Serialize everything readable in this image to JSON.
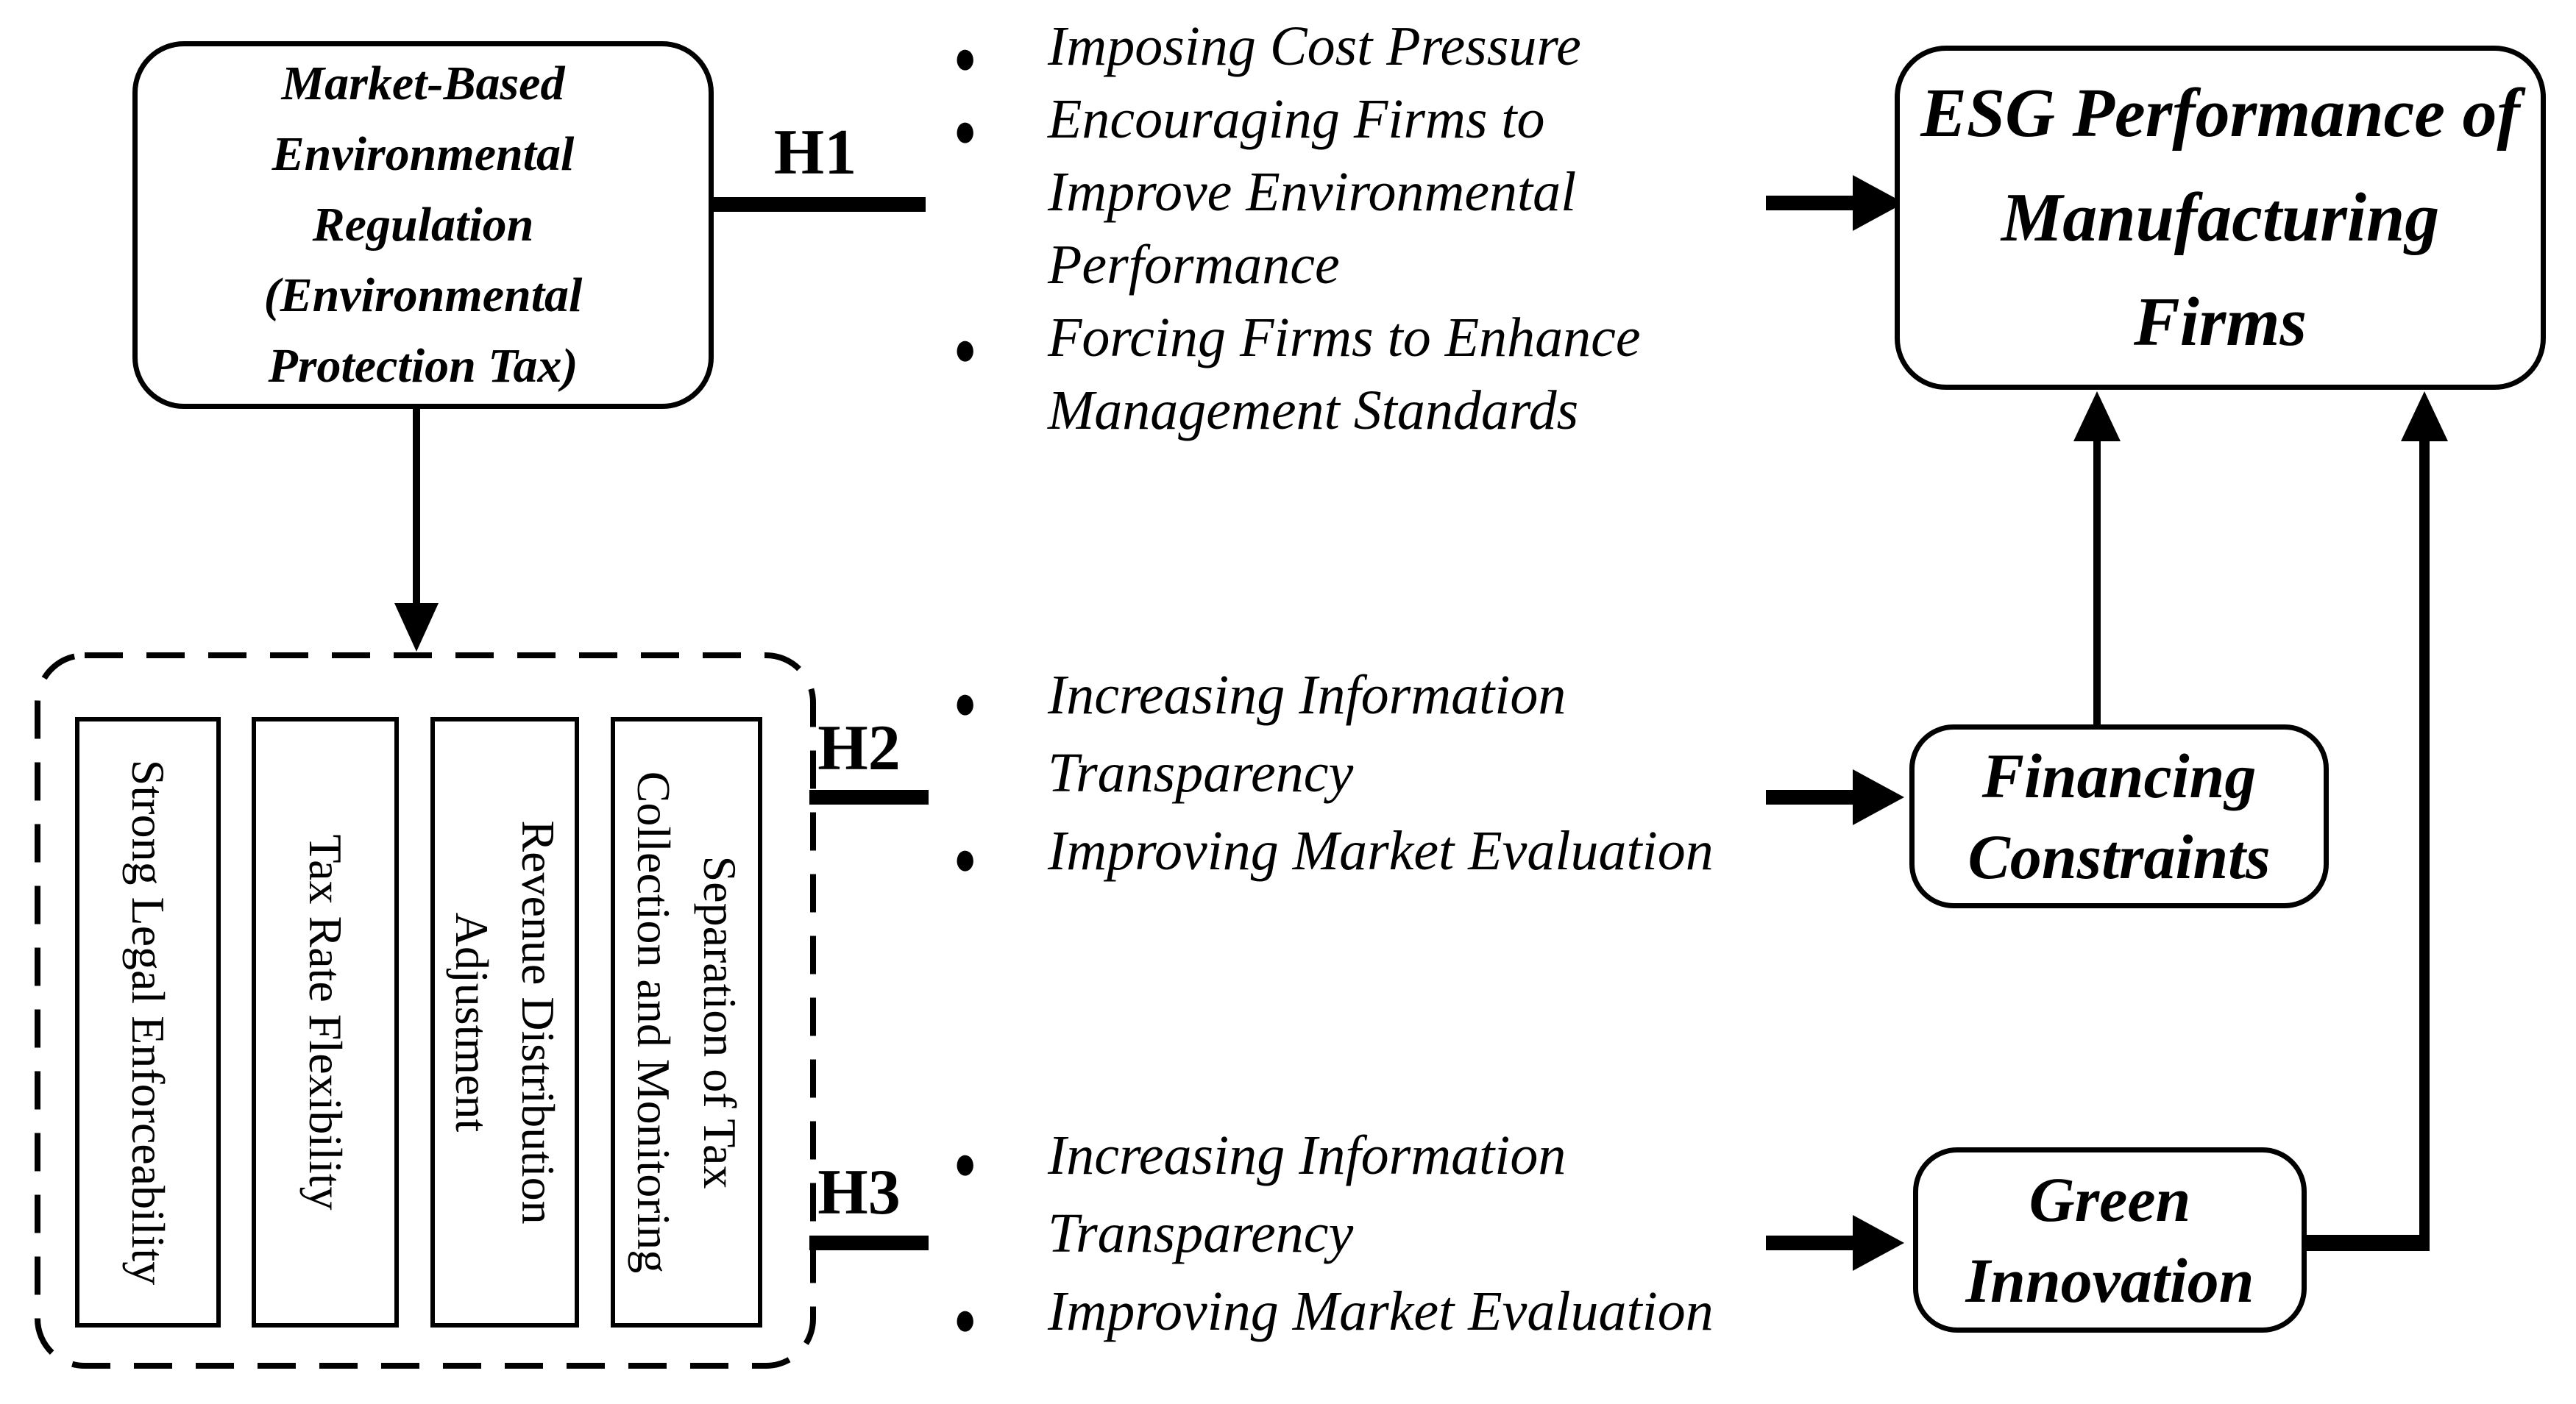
{
  "colors": {
    "ink": "#000000",
    "background": "#ffffff"
  },
  "diagram": {
    "nodes": {
      "market_regulation": {
        "label": "Market-Based\nEnvironmental\nRegulation\n(Environmental\nProtection Tax)"
      },
      "esg_performance": {
        "label": "ESG Performance of\nManufacturing\nFirms"
      },
      "financing_constraints": {
        "label": "Financing\nConstraints"
      },
      "green_innovation": {
        "label": "Green\nInnovation"
      }
    },
    "tax_features": [
      "Strong Legal Enforceability",
      "Tax Rate Flexibility",
      "Revenue Distribution\nAdjustment",
      "Separation of Tax\nCollection and Monitoring"
    ],
    "hypotheses": {
      "h1": {
        "label": "H1",
        "bullets": [
          "Imposing Cost Pressure",
          "Encouraging Firms to\nImprove Environmental\nPerformance",
          "Forcing Firms to Enhance\nManagement Standards"
        ]
      },
      "h2": {
        "label": "H2",
        "bullets": [
          "Increasing Information\nTransparency",
          "Improving Market Evaluation"
        ]
      },
      "h3": {
        "label": "H3",
        "bullets": [
          "Increasing Information\nTransparency",
          "Improving Market Evaluation"
        ]
      }
    }
  }
}
